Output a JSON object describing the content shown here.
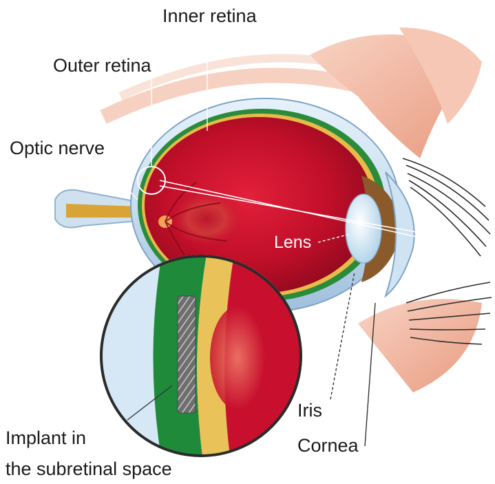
{
  "labels": {
    "inner_retina": "Inner retina",
    "outer_retina": "Outer retina",
    "optic_nerve": "Optic nerve",
    "lens": "Lens",
    "iris": "Iris",
    "cornea": "Cornea",
    "implant_line1": "Implant in",
    "implant_line2": "the subretinal space"
  },
  "colors": {
    "eye_interior": "#c8102e",
    "sclera": "#b9d4ec",
    "choroid_green": "#1f8a3a",
    "retina_yellow": "#e9b94a",
    "iris_brown": "#8a5a2b",
    "optic_nerve": "#d9a437",
    "eyelid": "#f1b39b"
  }
}
